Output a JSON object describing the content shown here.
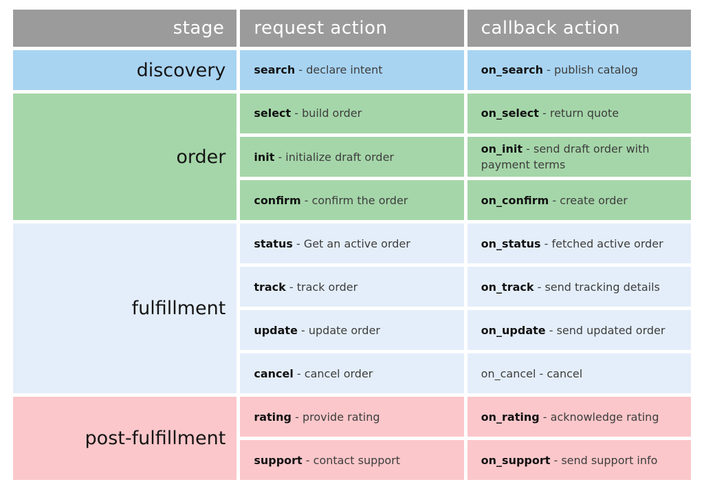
{
  "colors": {
    "header_bg": "#9b9b9b",
    "header_text": "#ffffff",
    "discovery_bg": "#a8d4f2",
    "order_bg": "#a5d6a9",
    "fulfillment_bg": "#e4eefa",
    "post_fulfillment_bg": "#fbc7ca",
    "action_text": "#111111",
    "desc_text": "#3d3d3d"
  },
  "table": {
    "headers": [
      "stage",
      "request action",
      "callback action"
    ],
    "sections": [
      {
        "stage": "discovery",
        "rows": [
          {
            "request": {
              "action": "search",
              "desc": "- declare intent"
            },
            "callback": {
              "action": "on_search",
              "desc": "- publish catalog"
            }
          }
        ]
      },
      {
        "stage": "order",
        "rows": [
          {
            "request": {
              "action": "select",
              "desc": "- build order"
            },
            "callback": {
              "action": "on_select",
              "desc": "- return quote"
            }
          },
          {
            "request": {
              "action": "init",
              "desc": "- initialize draft order"
            },
            "callback": {
              "action": "on_init",
              "desc": "- send draft order with payment terms"
            }
          },
          {
            "request": {
              "action": "confirm",
              "desc": "- confirm the order"
            },
            "callback": {
              "action": "on_confirm",
              "desc": "- create order"
            }
          }
        ]
      },
      {
        "stage": "fulfillment",
        "rows": [
          {
            "request": {
              "action": "status",
              "desc": "- Get an active order"
            },
            "callback": {
              "action": "on_status",
              "desc": "- fetched active order"
            }
          },
          {
            "request": {
              "action": "track",
              "desc": "- track order"
            },
            "callback": {
              "action": "on_track",
              "desc": "- send tracking details"
            }
          },
          {
            "request": {
              "action": "update",
              "desc": "- update order"
            },
            "callback": {
              "action": "on_update",
              "desc": "- send updated order"
            }
          },
          {
            "request": {
              "action": "cancel",
              "desc": "- cancel order"
            },
            "callback": {
              "action": "on_cancel",
              "desc": "- cancel"
            }
          }
        ]
      },
      {
        "stage": "post-fulfillment",
        "rows": [
          {
            "request": {
              "action": "rating",
              "desc": "- provide rating"
            },
            "callback": {
              "action": "on_rating",
              "desc": "- acknowledge rating"
            }
          },
          {
            "request": {
              "action": "support",
              "desc": "- contact support"
            },
            "callback": {
              "action": "on_support",
              "desc": "- send support info"
            }
          }
        ]
      }
    ]
  }
}
